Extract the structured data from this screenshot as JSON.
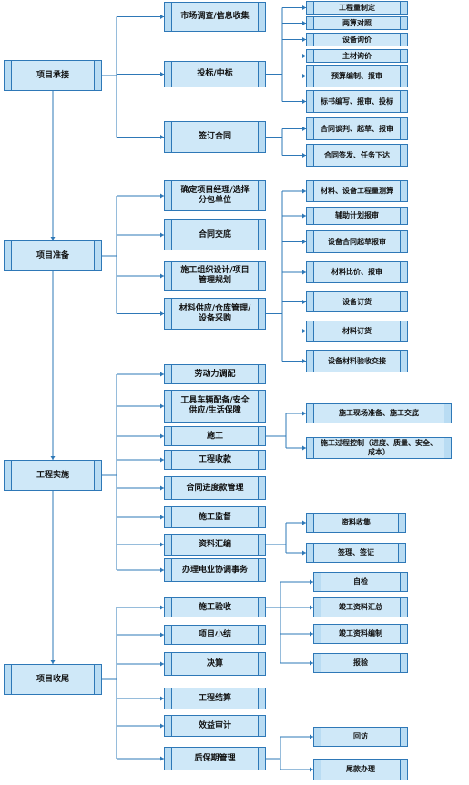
{
  "stages": [
    {
      "id": "s1",
      "label": "项目承接"
    },
    {
      "id": "s2",
      "label": "项目准备"
    },
    {
      "id": "s3",
      "label": "工程实施"
    },
    {
      "id": "s4",
      "label": "项目收尾"
    }
  ],
  "tasks": [
    {
      "id": "t1",
      "label": "市场调查/信息收集"
    },
    {
      "id": "t2",
      "label": "投标/中标"
    },
    {
      "id": "t3",
      "label": "签订合同"
    },
    {
      "id": "t4",
      "label": "确定项目经理/选择分包单位"
    },
    {
      "id": "t5",
      "label": "合同交底"
    },
    {
      "id": "t6",
      "label": "施工组织设计/项目管理规划"
    },
    {
      "id": "t7",
      "label": "材料供应/仓库管理/设备采购"
    },
    {
      "id": "t8",
      "label": "劳动力调配"
    },
    {
      "id": "t9",
      "label": "工具车辆配备/安全供应/生活保障"
    },
    {
      "id": "t10",
      "label": "施工"
    },
    {
      "id": "t11",
      "label": "工程收款"
    },
    {
      "id": "t12",
      "label": "合同进度款管理"
    },
    {
      "id": "t13",
      "label": "施工监督"
    },
    {
      "id": "t14",
      "label": "资料汇编"
    },
    {
      "id": "t15",
      "label": "办理电业协调事务"
    },
    {
      "id": "t16",
      "label": "施工验收"
    },
    {
      "id": "t17",
      "label": "项目小结"
    },
    {
      "id": "t18",
      "label": "决算"
    },
    {
      "id": "t19",
      "label": "工程结算"
    },
    {
      "id": "t20",
      "label": "效益审计"
    },
    {
      "id": "t21",
      "label": "质保期管理"
    }
  ],
  "details": [
    {
      "id": "d1",
      "label": "工程量制定"
    },
    {
      "id": "d2",
      "label": "两算对照"
    },
    {
      "id": "d3",
      "label": "设备询价"
    },
    {
      "id": "d4",
      "label": "主材询价"
    },
    {
      "id": "d5",
      "label": "预算编制、报审"
    },
    {
      "id": "d6",
      "label": "标书编写、报审、投标"
    },
    {
      "id": "d7",
      "label": "合同谈判、起草、报审"
    },
    {
      "id": "d8",
      "label": "合同签发、任务下达"
    },
    {
      "id": "d9",
      "label": "材料、设备工程量测算"
    },
    {
      "id": "d10",
      "label": "辅助计划报审"
    },
    {
      "id": "d11",
      "label": "设备合同起草报审"
    },
    {
      "id": "d12",
      "label": "材料比价、报审"
    },
    {
      "id": "d13",
      "label": "设备订货"
    },
    {
      "id": "d14",
      "label": "材料订货"
    },
    {
      "id": "d15",
      "label": "设备材料验收交接"
    },
    {
      "id": "d16",
      "label": "施工现场准备、施工交底"
    },
    {
      "id": "d17",
      "label": "施工过程控制（进度、质量、安全、成本）"
    },
    {
      "id": "d18",
      "label": "资料收集"
    },
    {
      "id": "d19",
      "label": "签理、签证"
    },
    {
      "id": "d20",
      "label": "自检"
    },
    {
      "id": "d21",
      "label": "竣工资料汇总"
    },
    {
      "id": "d22",
      "label": "竣工资料编制"
    },
    {
      "id": "d23",
      "label": "报验"
    },
    {
      "id": "d24",
      "label": "回访"
    },
    {
      "id": "d25",
      "label": "尾款办理"
    }
  ],
  "colors": {
    "line": "#2e78b7",
    "box_fill": "#cfe8f8",
    "box_border": "#2e78b7"
  }
}
